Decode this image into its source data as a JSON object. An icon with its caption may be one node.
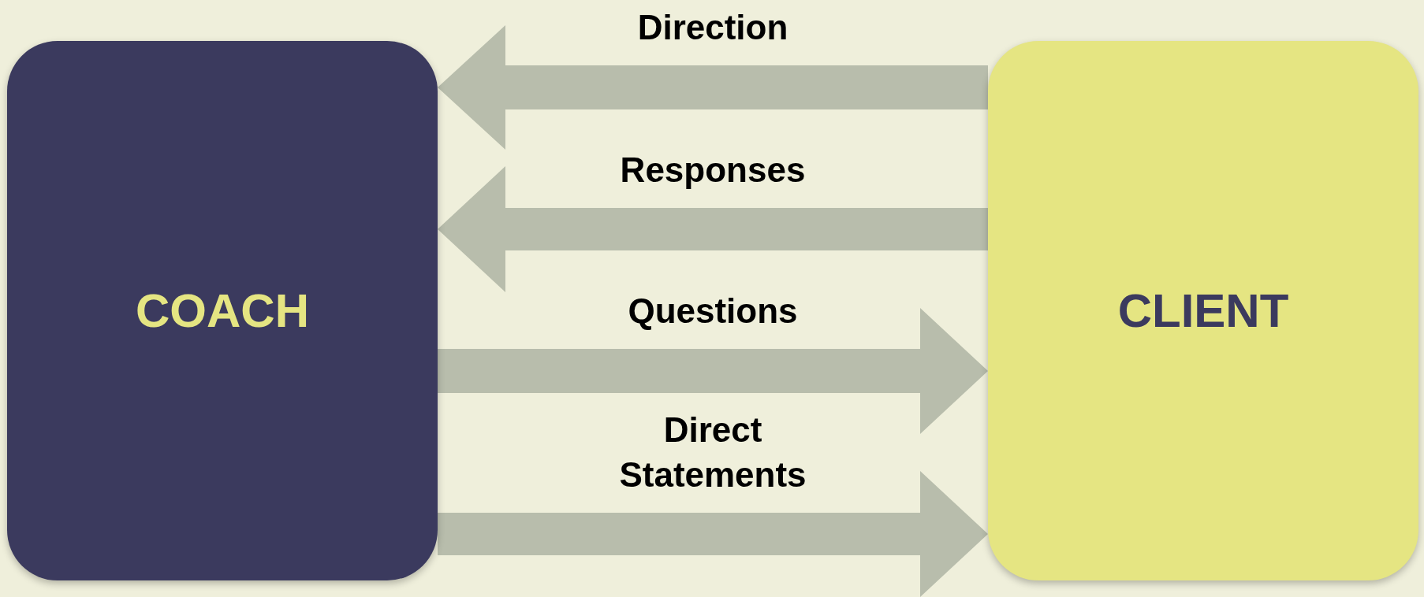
{
  "diagram": {
    "nodes": [
      {
        "text": [
          "COACH"
        ]
      },
      {
        "text": [
          "CLIENT"
        ]
      }
    ],
    "edges": [
      {
        "from": 1,
        "to": 0,
        "arrow": "to",
        "label": "Direction"
      },
      {
        "from": 1,
        "to": 0,
        "arrow": "to",
        "label": "Responses"
      },
      {
        "from": 0,
        "to": 1,
        "arrow": "to",
        "label": "Questions"
      },
      {
        "from": 0,
        "to": 1,
        "arrow": "to",
        "label": "Direct Statements"
      }
    ]
  }
}
